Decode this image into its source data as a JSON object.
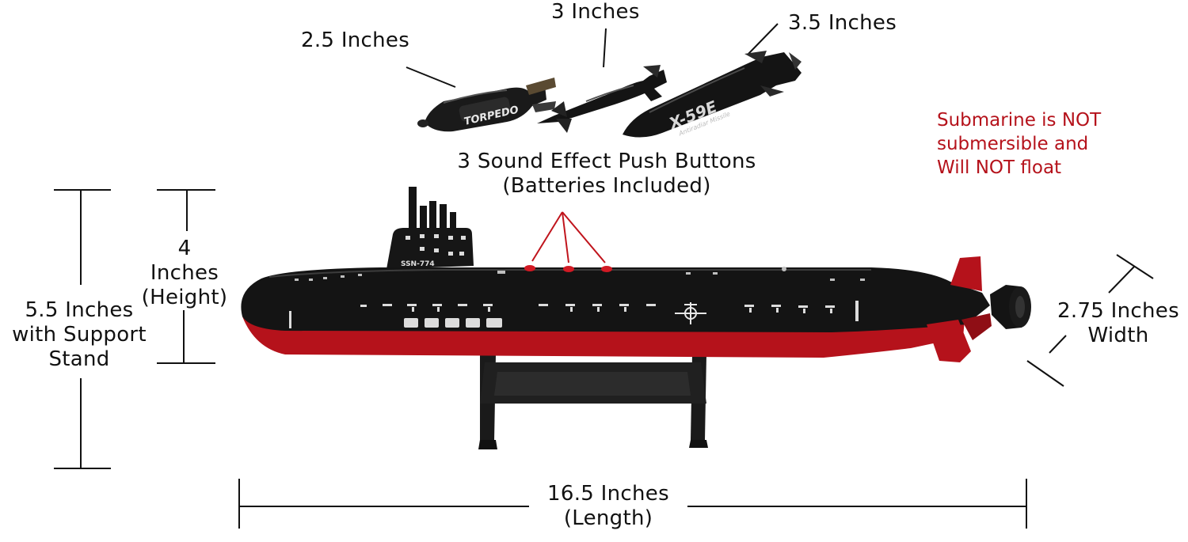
{
  "colors": {
    "hull_black": "#111111",
    "hull_red": "#b5121b",
    "warning_red": "#b5121b",
    "pointer_red": "#c0141c",
    "stand_black": "#1a1a1a"
  },
  "weapons": {
    "torpedo": {
      "label": "2.5 Inches",
      "marking": "TORPEDO"
    },
    "missile_small": {
      "label": "3 Inches"
    },
    "missile_large": {
      "label": "3.5 Inches",
      "marking": "X-59E",
      "sub_marking": "Antiradiar Missile"
    }
  },
  "buttons_label": {
    "line1": "3 Sound Effect Push Buttons",
    "line2": "(Batteries Included)"
  },
  "warning": {
    "line1": "Submarine is NOT",
    "line2": "submersible and",
    "line3": "Will NOT float"
  },
  "dimensions": {
    "stand_height": {
      "line1": "5.5 Inches",
      "line2": "with Support",
      "line3": "Stand"
    },
    "height": {
      "line1": "4",
      "line2": "Inches",
      "line3": "(Height)"
    },
    "width": {
      "line1": "2.75 Inches",
      "line2": "Width"
    },
    "length": {
      "line1": "16.5 Inches",
      "line2": "(Length)"
    }
  },
  "submarine": {
    "hull_number": "SSN-774"
  }
}
